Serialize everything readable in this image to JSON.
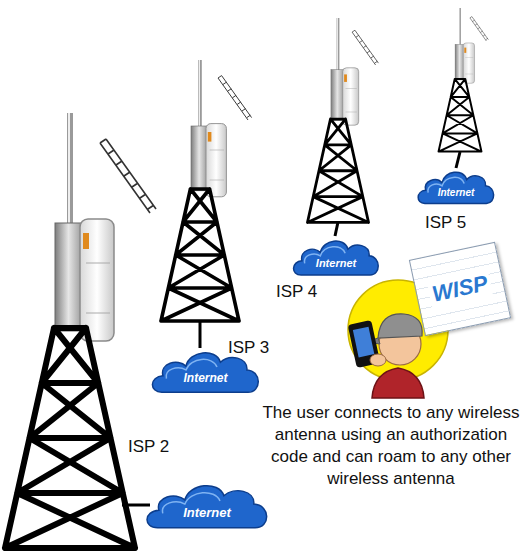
{
  "diagram": {
    "nodes": [
      {
        "text": [
          "Internet"
        ]
      },
      {
        "text": [
          "Internet"
        ]
      },
      {
        "text": [
          "Internet"
        ]
      },
      {
        "text": [
          "Internet"
        ]
      },
      {
        "text": [
          "WISP"
        ]
      }
    ],
    "labels": [
      "ISP 2",
      "ISP 3",
      "ISP 4",
      "ISP 5",
      "The user connects to any wireless antenna using an authorization code and can roam to any other wireless antenna"
    ]
  }
}
